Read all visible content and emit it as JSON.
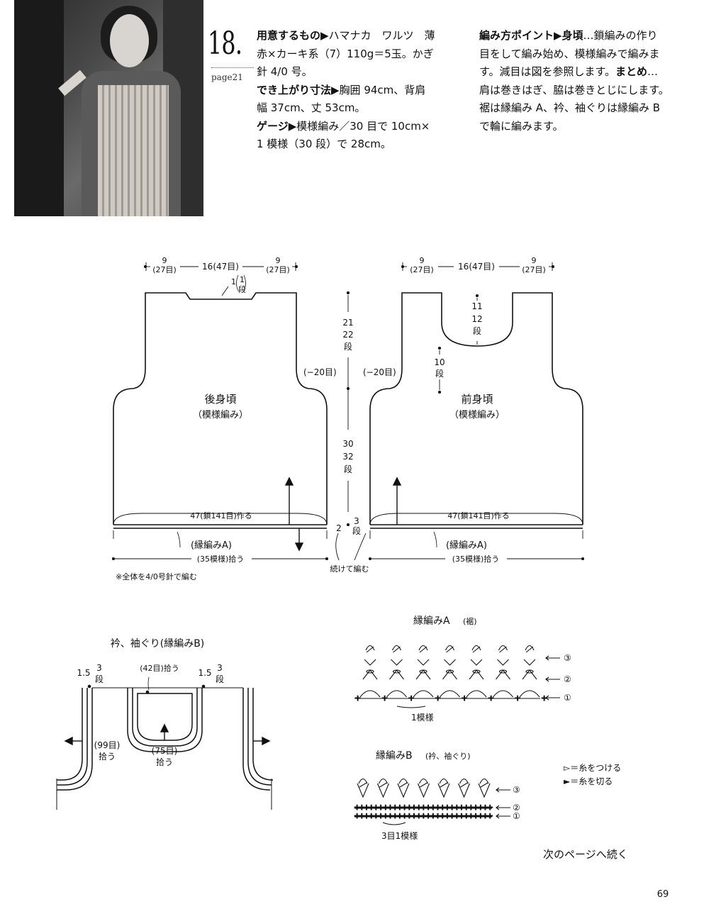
{
  "pattern": {
    "number": "18.",
    "page_ref": "page21"
  },
  "materials": {
    "lines": [
      {
        "bold": "用意するもの",
        "text": "▶ハマナカ　ワルツ　薄"
      },
      {
        "bold": "",
        "text": "赤×カーキ系（7）110g＝5玉。かぎ"
      },
      {
        "bold": "",
        "text": "針 4/0 号。"
      },
      {
        "bold": "でき上がり寸法",
        "text": "▶胸囲 94cm、背肩"
      },
      {
        "bold": "",
        "text": "幅 37cm、丈 53cm。"
      },
      {
        "bold": "ゲージ",
        "text": "▶模様編み／30 目で 10cm×"
      },
      {
        "bold": "",
        "text": "1 模様（30 段）で 28cm。"
      }
    ]
  },
  "instructions": {
    "lines": [
      {
        "bold": "編み方ポイント▶身頃",
        "text": "…鎖編みの作り"
      },
      {
        "bold": "",
        "text": "目をして編み始め、模様編みで編みま"
      },
      {
        "bold": "",
        "text": "す。減目は図を参照します。"
      },
      {
        "bold": "",
        "text": "肩は巻きはぎ、脇は巻きとじにします。"
      },
      {
        "bold": "",
        "text": "裾は縁編み A、衿、袖ぐりは縁編み B"
      },
      {
        "bold": "",
        "text": "で輪に編みます。"
      }
    ],
    "summary_bold": "まとめ",
    "summary_tail": "…"
  },
  "back": {
    "title": "後身頃",
    "subtitle": "（模様編み）",
    "top_left_a": "9",
    "top_left_b": "(27目)",
    "top_mid": "16(47目)",
    "top_right_a": "9",
    "top_right_b": "(27目)",
    "neck_a": "1",
    "neck_b": "1",
    "neck_c": "段",
    "armhole_dec": "(−20目)",
    "chain": "47(鎖141目)作る",
    "border": "(縁編みA)",
    "pickup": "(35模様)拾う",
    "note": "※全体を4/0号針で編む"
  },
  "center": {
    "upper_a": "21",
    "upper_b": "22",
    "upper_c": "段",
    "lower_a": "30",
    "lower_b": "32",
    "lower_c": "段",
    "border_a": "2",
    "border_b": "3",
    "border_c": "段",
    "continue": "続けて編む"
  },
  "front": {
    "title": "前身頃",
    "subtitle": "（模様編み）",
    "top_left_a": "9",
    "top_left_b": "(27目)",
    "top_mid": "16(47目)",
    "top_right_a": "9",
    "top_right_b": "(27目)",
    "neck_a": "11",
    "neck_b": "12",
    "neck_c": "段",
    "neck2_a": "10",
    "neck2_b": "段",
    "armhole_dec": "(−20目)",
    "chain": "47(鎖141目)作る",
    "border": "(縁編みA)",
    "pickup": "(35模様)拾う"
  },
  "collar": {
    "title": "衿、袖ぐり(縁編みB)",
    "left_a": "1.5",
    "left_b": "3",
    "left_c": "段",
    "right_a": "1.5",
    "right_b": "3",
    "right_c": "段",
    "neck_pick": "(42目)拾う",
    "arm_pick_a": "(99目)",
    "arm_pick_b": "拾う",
    "front_pick_a": "(75目)",
    "front_pick_b": "拾う"
  },
  "edge_a": {
    "title": "縁編みA",
    "title_small": "(裾)",
    "row1": "①",
    "row2": "②",
    "row3": "③",
    "repeat": "1模様"
  },
  "edge_b": {
    "title": "縁編みB",
    "title_small": "(衿、袖ぐり)",
    "row1": "①",
    "row2": "②",
    "row3": "③",
    "repeat": "3目1模様"
  },
  "legend": {
    "attach": "▻＝糸をつける",
    "cut": "►＝糸を切る"
  },
  "footer": {
    "continue": "次のページへ続く",
    "page_number": "69"
  }
}
